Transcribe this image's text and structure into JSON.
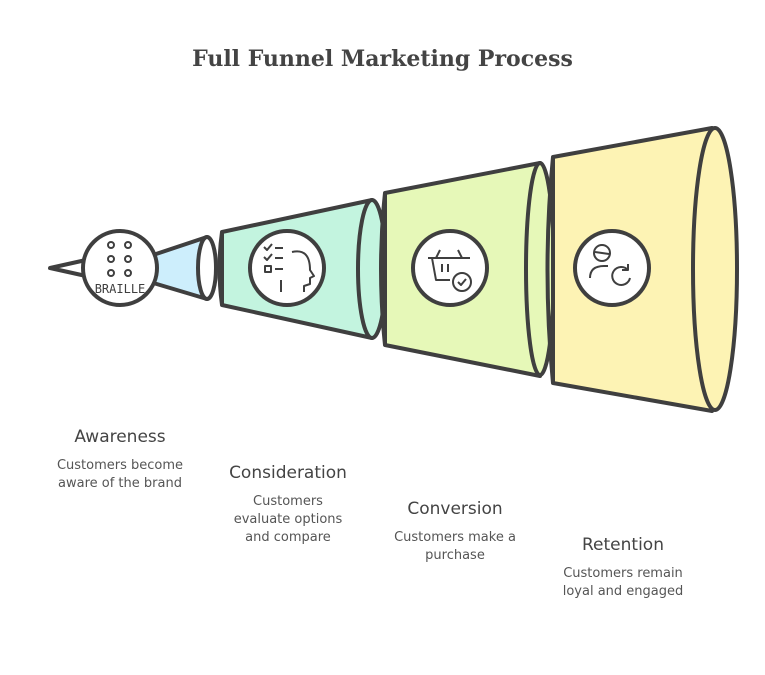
{
  "title": "Full Funnel Marketing Process",
  "stages": [
    {
      "name": "Awareness",
      "description": "Customers become aware of the brand",
      "icon": "braille-icon",
      "icon_text": "BRAILLE",
      "color": "#cdeefc"
    },
    {
      "name": "Consideration",
      "description": "Customers evaluate options and compare",
      "icon": "checklist-head-icon",
      "color": "#c3f4df"
    },
    {
      "name": "Conversion",
      "description": "Customers make a purchase",
      "icon": "basket-check-icon",
      "color": "#e6f8b8"
    },
    {
      "name": "Retention",
      "description": "Customers remain loyal and engaged",
      "icon": "user-refresh-icon",
      "color": "#fdf3b4"
    }
  ]
}
